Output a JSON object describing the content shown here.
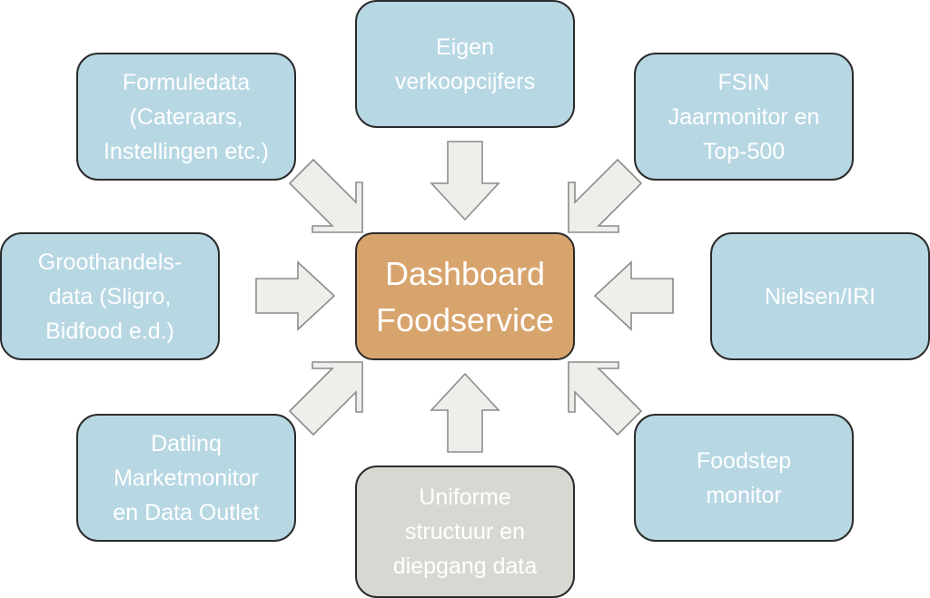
{
  "diagram": {
    "center": {
      "label": "Dashboard\nFoodservice"
    },
    "sources": {
      "top_left": "Formuledata\n(Cateraars,\nInstellingen etc.)",
      "top_center": "Eigen\nverkoopcijfers",
      "top_right": "FSIN\nJaarmonitor en\nTop-500",
      "middle_left": "Groothandels-\ndata (Sligro,\nBidfood e.d.)",
      "middle_right": "Nielsen/IRI",
      "bottom_left": "Datlinq\nMarketmonitor\nen Data Outlet",
      "bottom_center": "Uniforme\nstructuur en\ndiepgang data",
      "bottom_right": "Foodstep\nmonitor"
    }
  }
}
